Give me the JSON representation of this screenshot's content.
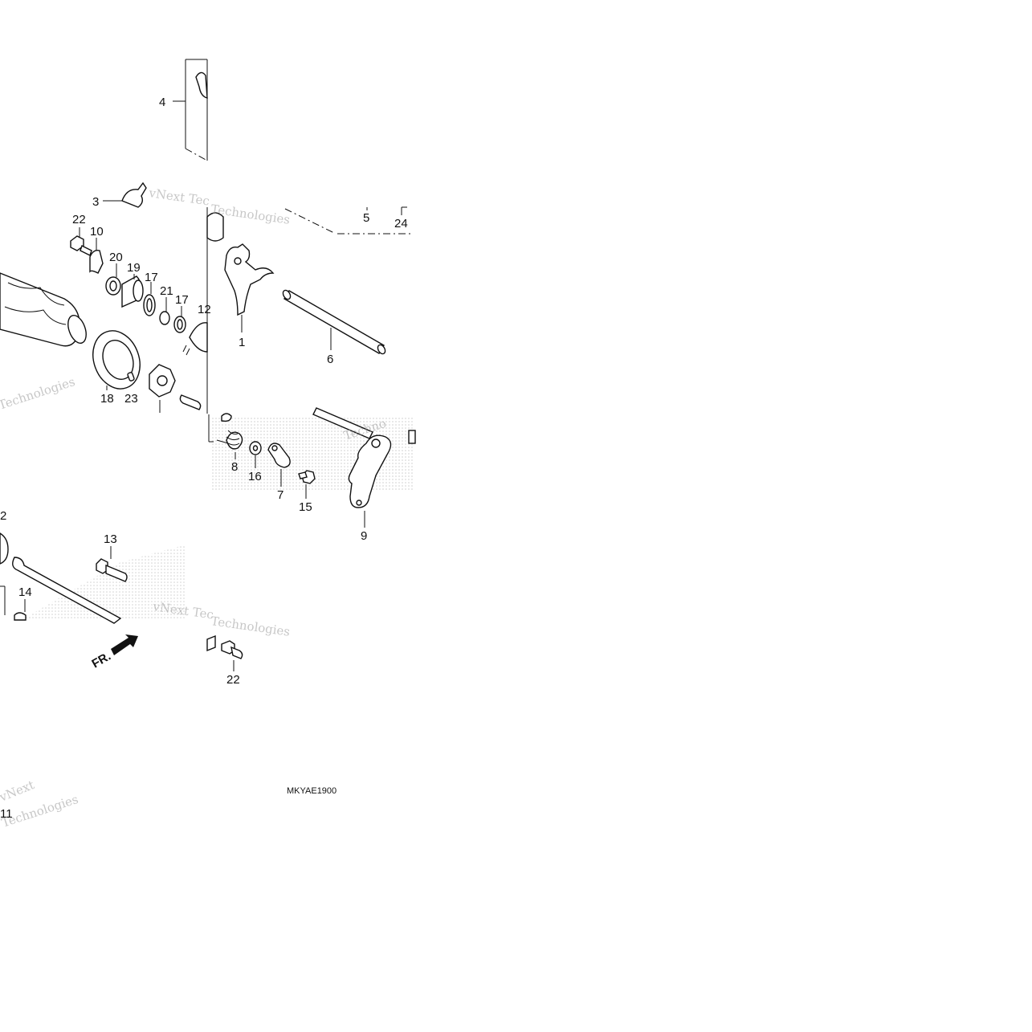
{
  "diagram_code": "MKYAE1900",
  "direction_label": "FR.",
  "watermark": {
    "line1": "vNext Tec",
    "line2": "Technologies",
    "line3": "vNext",
    "line4": "Techno"
  },
  "callouts": [
    {
      "id": "c4",
      "text": "4"
    },
    {
      "id": "c3",
      "text": "3"
    },
    {
      "id": "c5",
      "text": "5"
    },
    {
      "id": "c24",
      "text": "24"
    },
    {
      "id": "c22a",
      "text": "22"
    },
    {
      "id": "c10",
      "text": "10"
    },
    {
      "id": "c20",
      "text": "20"
    },
    {
      "id": "c19",
      "text": "19"
    },
    {
      "id": "c17a",
      "text": "17"
    },
    {
      "id": "c21",
      "text": "21"
    },
    {
      "id": "c17b",
      "text": "17"
    },
    {
      "id": "c12",
      "text": "12"
    },
    {
      "id": "c1",
      "text": "1"
    },
    {
      "id": "c6",
      "text": "6"
    },
    {
      "id": "c18",
      "text": "18"
    },
    {
      "id": "c23",
      "text": "23"
    },
    {
      "id": "c8",
      "text": "8"
    },
    {
      "id": "c16",
      "text": "16"
    },
    {
      "id": "c7",
      "text": "7"
    },
    {
      "id": "c15",
      "text": "15"
    },
    {
      "id": "c9",
      "text": "9"
    },
    {
      "id": "c2",
      "text": "2"
    },
    {
      "id": "c13",
      "text": "13"
    },
    {
      "id": "c14",
      "text": "14"
    },
    {
      "id": "c22b",
      "text": "22"
    },
    {
      "id": "c11",
      "text": "11"
    }
  ]
}
